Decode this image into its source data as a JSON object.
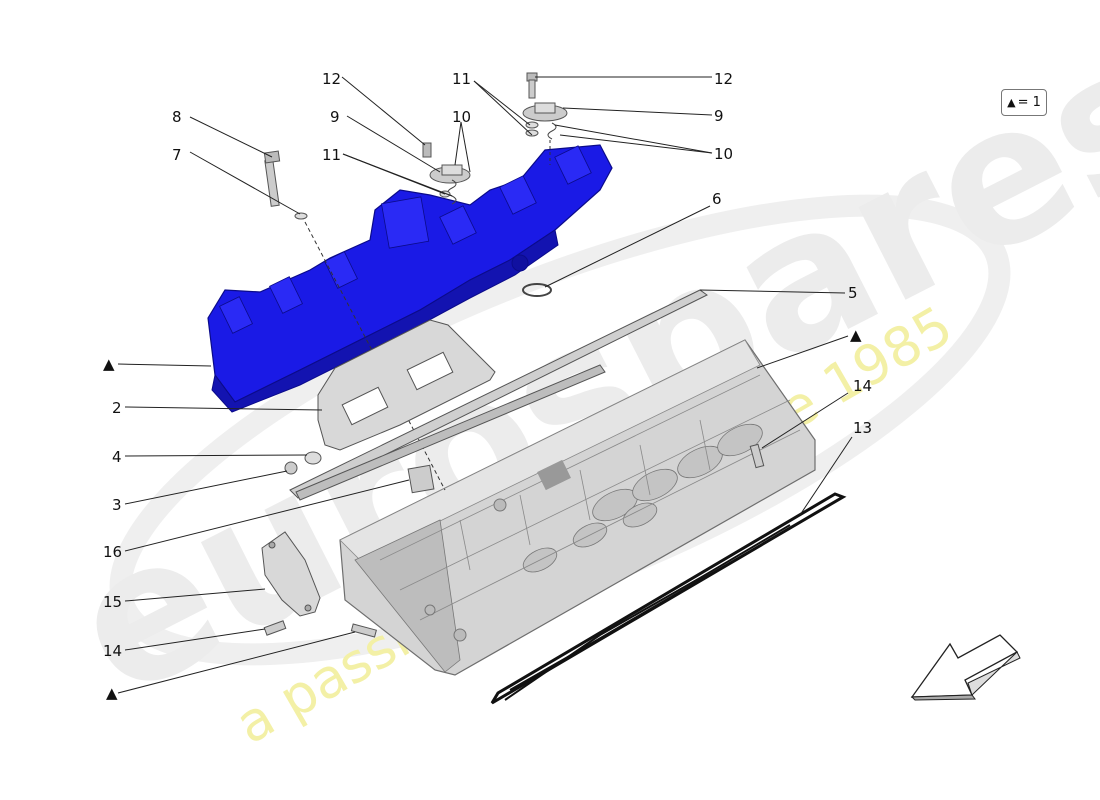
{
  "legend": {
    "marker": "▲",
    "text": "= 1"
  },
  "watermark": {
    "brand": "eurospares",
    "tagline": "a passion for parts since 1985"
  },
  "callouts": {
    "c8": "8",
    "c7": "7",
    "c12a": "12",
    "c9a": "9",
    "c11a": "11",
    "c10a": "10",
    "c11b": "11",
    "c12b": "12",
    "c9b": "9",
    "c10b": "10",
    "c6": "6",
    "c5": "5",
    "tri_right": "▲",
    "tri_left1": "▲",
    "c2": "2",
    "c4": "4",
    "c3": "3",
    "c16": "16",
    "c15": "15",
    "c14a": "14",
    "tri_left2": "▲",
    "c14b": "14",
    "c13": "13"
  },
  "colors": {
    "highlight": "#1a1ae6",
    "highlight_dark": "#0b0b8a",
    "part": "#d6d6d6",
    "part_dark": "#9a9a9a",
    "watermark_gray": "#e8e8e8",
    "watermark_yellow": "#f3f0a6"
  }
}
